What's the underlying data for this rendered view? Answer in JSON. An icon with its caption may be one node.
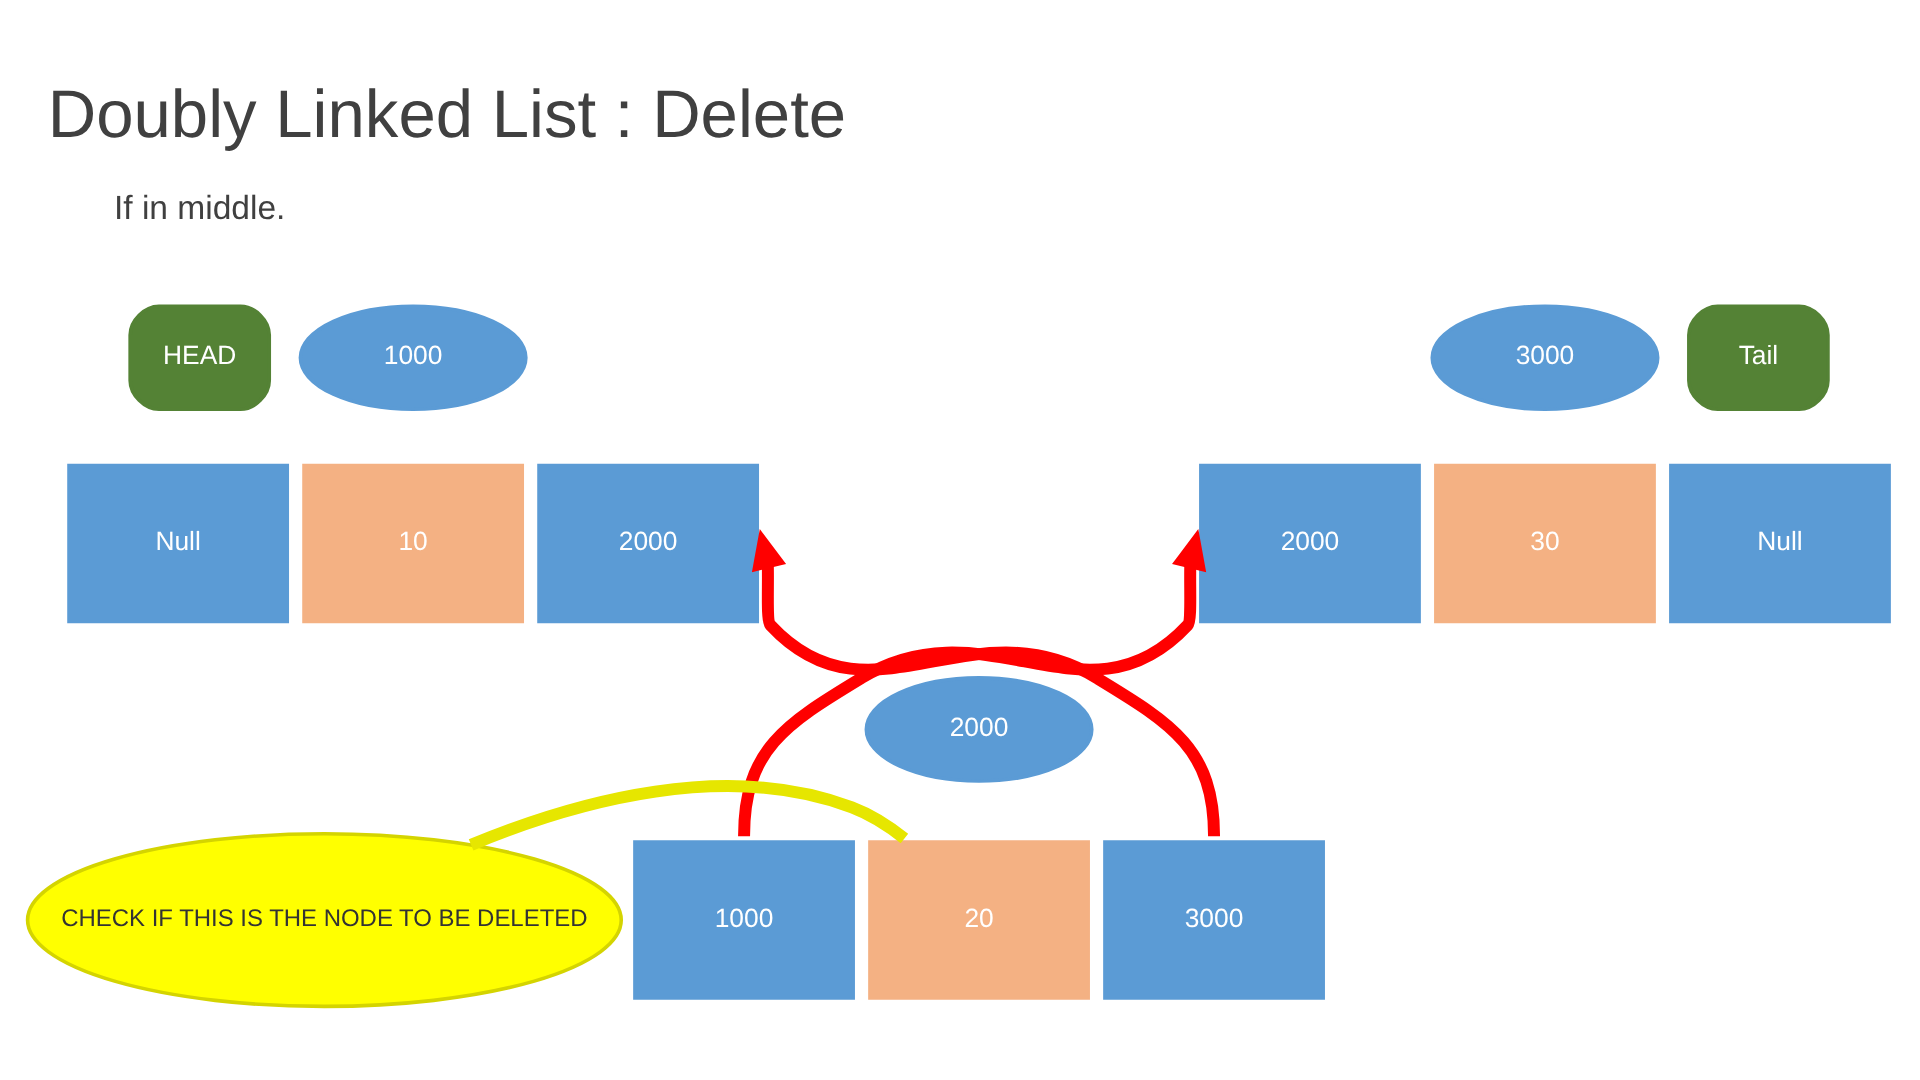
{
  "diagram": {
    "title": "Doubly Linked List : Delete",
    "nodes": [
      {
        "text": [
          "HEAD"
        ]
      },
      {
        "text": [
          "1000"
        ]
      },
      {
        "text": [
          "3000"
        ]
      },
      {
        "text": [
          "Tail"
        ]
      },
      {
        "text": [
          "Null"
        ]
      },
      {
        "text": [
          "10"
        ]
      },
      {
        "text": [
          "2000"
        ]
      },
      {
        "text": [
          "2000"
        ]
      },
      {
        "text": [
          "30"
        ]
      },
      {
        "text": [
          "Null"
        ]
      },
      {
        "text": [
          "2000"
        ]
      },
      {
        "text": [
          "1000"
        ]
      },
      {
        "text": [
          "20"
        ]
      },
      {
        "text": [
          "3000"
        ]
      },
      {
        "text": [
          "CHECK IF THIS IS THE NODE TO BE DELETED"
        ]
      }
    ],
    "edges": [
      {
        "from": 13,
        "to": 6,
        "arrow": "to",
        "color": "#ff0000"
      },
      {
        "from": 11,
        "to": 7,
        "arrow": "to",
        "color": "#ff0000"
      },
      {
        "from": 14,
        "to": 12,
        "arrow": "none",
        "color": "#e6e600"
      }
    ],
    "labels": [
      "If in middle."
    ]
  }
}
